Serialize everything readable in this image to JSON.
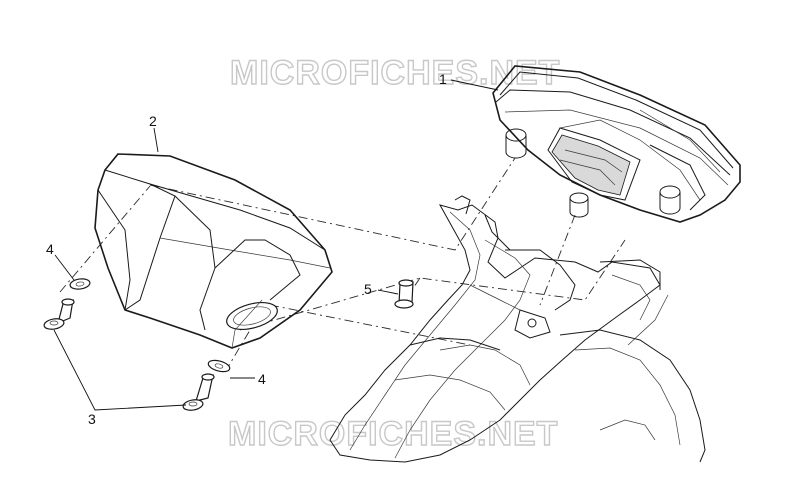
{
  "diagram": {
    "watermark_top": "MICROFICHES.NET",
    "watermark_bottom": "MICROFICHES.NET",
    "callouts": [
      {
        "id": "callout-1",
        "label": "1"
      },
      {
        "id": "callout-2",
        "label": "2"
      },
      {
        "id": "callout-3",
        "label": "3"
      },
      {
        "id": "callout-4-top",
        "label": "4"
      },
      {
        "id": "callout-4-bottom",
        "label": "4"
      },
      {
        "id": "callout-5",
        "label": "5"
      }
    ],
    "colors": {
      "line": "#1a1a1a",
      "watermark": "#c8c8c8",
      "background": "#ffffff"
    }
  }
}
